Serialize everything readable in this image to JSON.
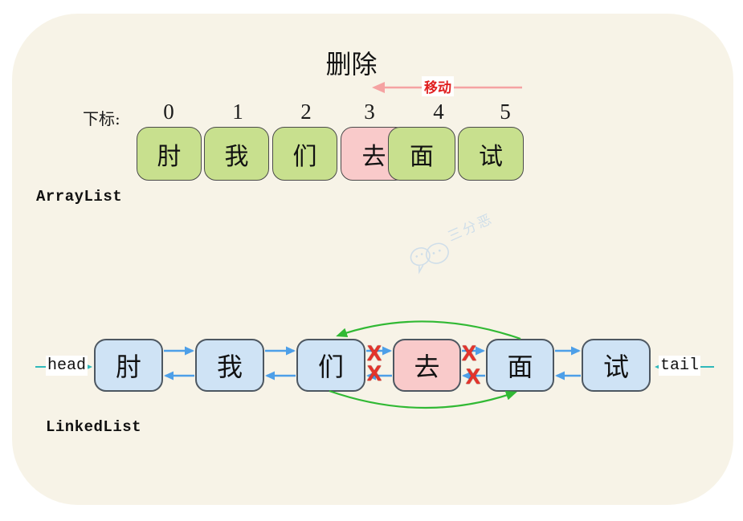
{
  "title": "删除",
  "shift_annotation": {
    "label": "移动"
  },
  "array_section": {
    "index_caption": "下标:",
    "indices": [
      "0",
      "1",
      "2",
      "3",
      "4",
      "5"
    ],
    "cells": [
      {
        "char": "肘",
        "state": "normal"
      },
      {
        "char": "我",
        "state": "normal"
      },
      {
        "char": "们",
        "state": "normal"
      },
      {
        "char": "去",
        "state": "deleted"
      },
      {
        "char": "面",
        "state": "shifted"
      },
      {
        "char": "试",
        "state": "normal"
      }
    ],
    "label": "ArrayList"
  },
  "linked_section": {
    "label": "LinkedList",
    "head_label": "head",
    "tail_label": "tail",
    "nodes": [
      {
        "char": "肘",
        "state": "normal"
      },
      {
        "char": "我",
        "state": "normal"
      },
      {
        "char": "们",
        "state": "normal"
      },
      {
        "char": "去",
        "state": "deleted"
      },
      {
        "char": "面",
        "state": "normal"
      },
      {
        "char": "试",
        "state": "normal"
      }
    ],
    "broken_marker": "X"
  },
  "watermark": {
    "text": "三分恶",
    "icon": "wechat-icon"
  },
  "colors": {
    "panel_background": "#f7f3e7",
    "cell_green": "#c8e08e",
    "cell_pink": "#f9caca",
    "node_blue": "#cfe3f5",
    "arrow_blue": "#4d9fe8",
    "arrow_green": "#31b934",
    "arrow_teal": "#2fb8ba",
    "arrow_pink": "#f5a2a2",
    "x_red": "#e5332b"
  }
}
